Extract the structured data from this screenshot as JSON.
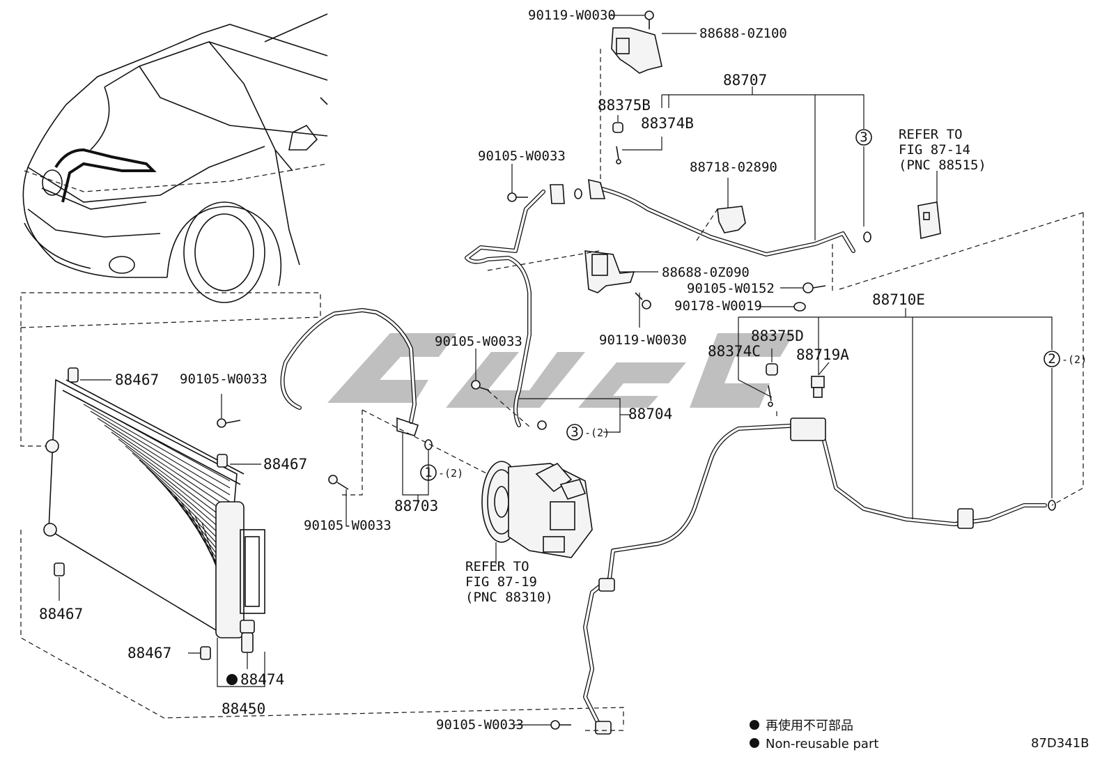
{
  "labels": {
    "p90119_top": "90119-W0030",
    "p88688_top": "88688-0Z100",
    "p88707": "88707",
    "p88375B": "88375B",
    "p88374B": "88374B",
    "p90105_a": "90105-W0033",
    "p88718": "88718-02890",
    "refer_fig_87_14_line1": "REFER TO",
    "refer_fig_87_14_line2": "FIG 87-14",
    "refer_fig_87_14_line3": "(PNC 88515)",
    "p88688_mid": "88688-0Z090",
    "p90105_w0152": "90105-W0152",
    "p90178": "90178-W0019",
    "p88710E": "88710E",
    "p90119_mid": "90119-W0030",
    "p88375D": "88375D",
    "p88374C": "88374C",
    "p88719A": "88719A",
    "p90105_b": "90105-W0033",
    "p88467_a": "88467",
    "p90105_c": "90105-W0033",
    "p88704": "88704",
    "p88467_b": "88467",
    "p90105_d": "90105-W0033",
    "p88703": "88703",
    "p88467_c": "88467",
    "refer_fig_87_19_line1": "REFER TO",
    "refer_fig_87_19_line2": "FIG 87-19",
    "refer_fig_87_19_line3": "(PNC 88310)",
    "p88467_d": "88467",
    "p88474": "88474",
    "p88450": "88450",
    "p90105_e": "90105-W0033"
  },
  "callouts": {
    "c3_top": "3",
    "c2_right": "2",
    "c2_right_qty": "-(2)",
    "c3_mid": "3",
    "c3_mid_qty": "-(2)",
    "c1": "1",
    "c1_qty": "-(2)"
  },
  "legend": {
    "line1": "再使用不可部品",
    "line2": "Non-reusable part"
  },
  "figure_code": "87D341B",
  "icons": {
    "non_reusable": "filled-circle-bullet",
    "callout": "circled-number"
  }
}
